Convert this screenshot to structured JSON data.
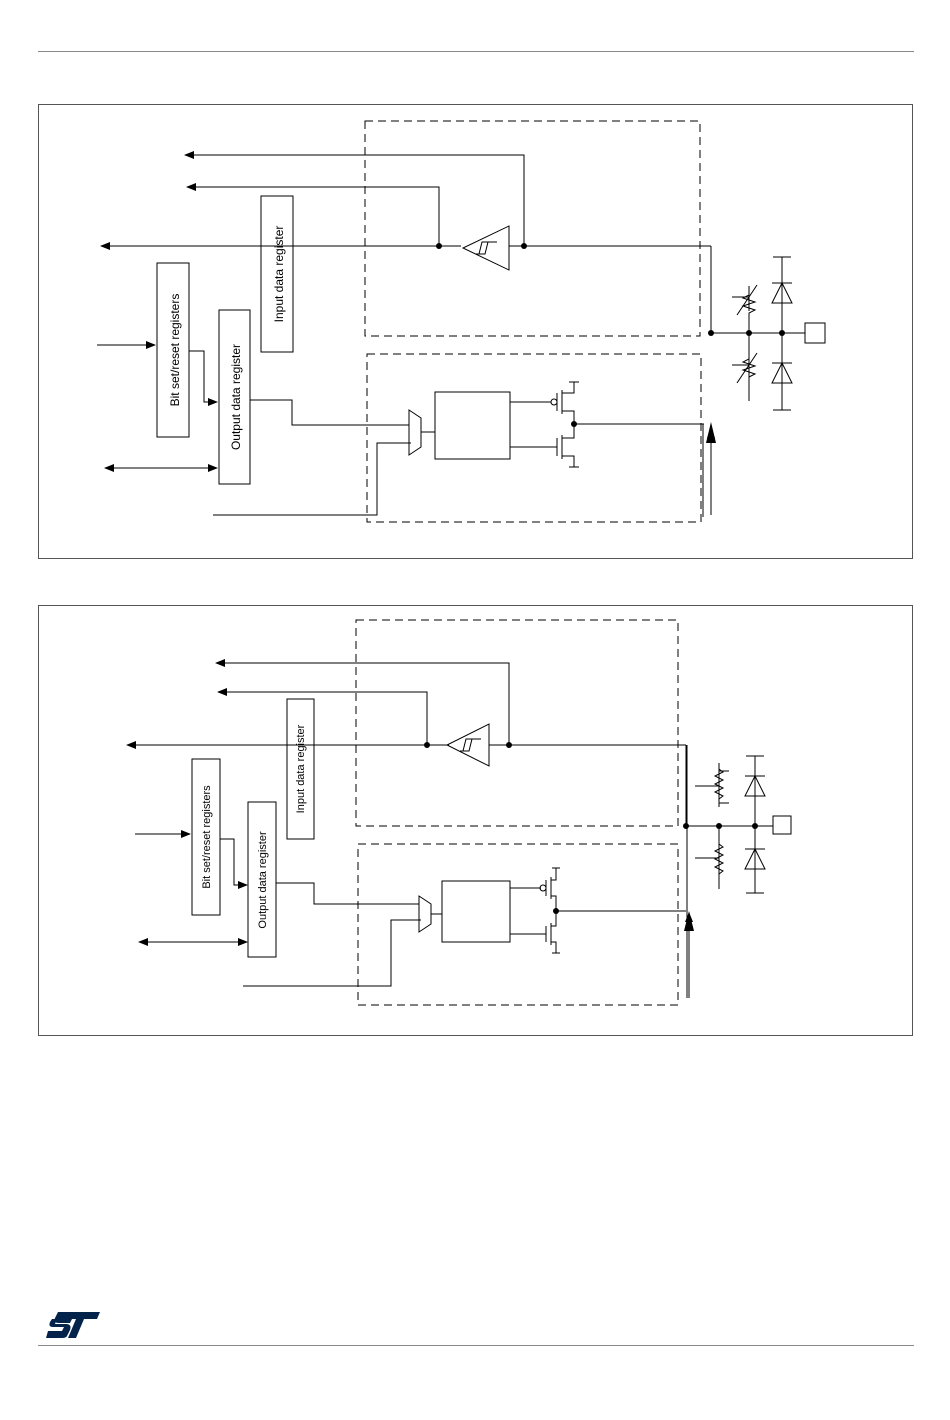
{
  "figures": [
    {
      "labels": {
        "bit_set_reset": "Bit set/reset registers",
        "output_data": "Output data register",
        "input_data": "Input data register"
      }
    },
    {
      "labels": {
        "bit_set_reset": "Bit set/reset registers",
        "output_data": "Output data register",
        "input_data": "Input data register"
      }
    }
  ],
  "brand": {
    "logo": "st-logo",
    "color": "#03234b"
  },
  "icons": [
    "schmitt-trigger-icon",
    "multiplexer-icon",
    "pmos-transistor-icon",
    "nmos-transistor-icon",
    "diode-icon",
    "resistor-icon",
    "io-pin-icon"
  ]
}
